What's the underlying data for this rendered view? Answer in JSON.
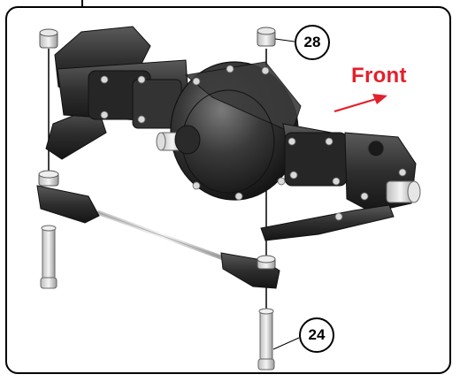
{
  "diagram": {
    "direction_label": "Front",
    "accent_color": "#e3202a",
    "callouts": [
      {
        "number": "28"
      },
      {
        "number": "24"
      }
    ]
  }
}
